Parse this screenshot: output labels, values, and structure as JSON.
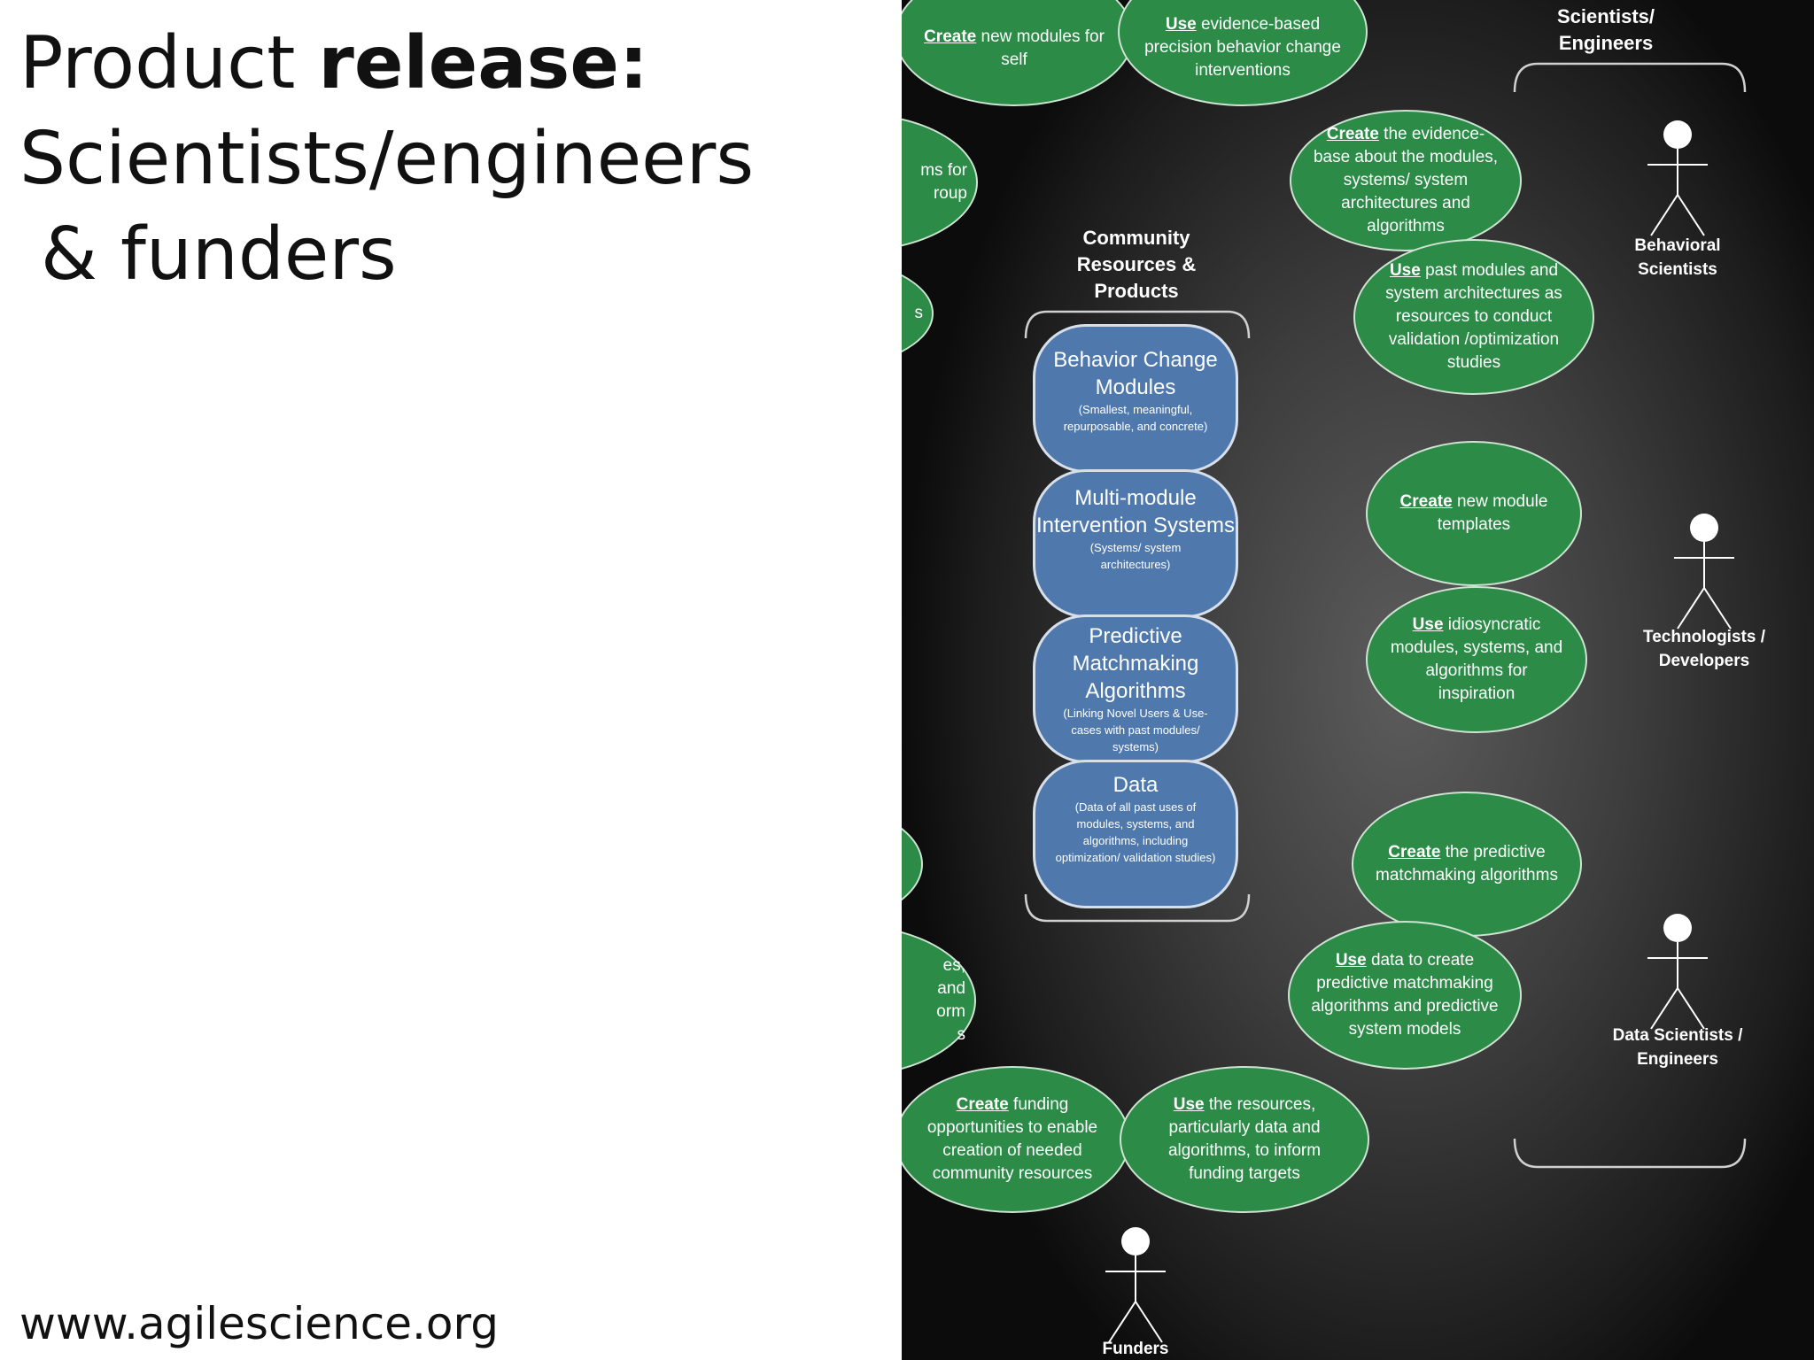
{
  "slide": {
    "title_regular": "Product ",
    "title_bold": "release:",
    "title_line2": "Scientists/engineers",
    "title_line3": "& funders",
    "footer_url": "www.agilescience.org"
  },
  "diagram": {
    "community_heading": "Community Resources & Products",
    "group_heading": "Scientists/ Engineers",
    "products": [
      {
        "title": "Behavior Change Modules",
        "subtitle": "(Smallest, meaningful, repurposable, and concrete)"
      },
      {
        "title": "Multi-module Intervention Systems",
        "subtitle": "(Systems/ system architectures)"
      },
      {
        "title": "Predictive Matchmaking Algorithms",
        "subtitle": "(Linking Novel Users & Use-cases with past modules/ systems)"
      },
      {
        "title": "Data",
        "subtitle": "(Data of all past uses of modules, systems, and algorithms, including optimization/ validation studies)"
      }
    ],
    "actors": {
      "behavioral": "Behavioral Scientists",
      "technologists": "Technologists / Developers",
      "data_scientists": "Data Scientists / Engineers",
      "funders": "Funders"
    },
    "use_cases": {
      "top_create_kw": "Create",
      "top_create_rest": " new modules for self",
      "top_use_kw": "Use",
      "top_use_rest": " evidence-based precision behavior change interventions",
      "bs_create_kw": "Create",
      "bs_create_rest": " the evidence-base about the modules, systems/ system architectures and algorithms",
      "bs_use_kw": "Use",
      "bs_use_rest": " past modules and system architectures as resources to conduct validation /optimization studies",
      "tech_create_kw": "Create",
      "tech_create_rest": " new module templates",
      "tech_use_kw": "Use",
      "tech_use_rest": " idiosyncratic modules, systems, and algorithms for inspiration",
      "ds_create_kw": "Create",
      "ds_create_rest": " the predictive matchmaking algorithms",
      "ds_use_kw": "Use",
      "ds_use_rest": " data to create predictive matchmaking algorithms and predictive system models",
      "f_create_kw": "Create",
      "f_create_rest": " funding opportunities to enable creation of needed community resources",
      "f_use_kw": "Use",
      "f_use_rest": " the resources, particularly data and algorithms, to inform funding targets"
    },
    "edge_fragments": {
      "a1": "ms for",
      "a2": "roup",
      "b1": "s",
      "c1": "es,",
      "c2": "and",
      "c3": "orm",
      "c4": "s"
    }
  }
}
